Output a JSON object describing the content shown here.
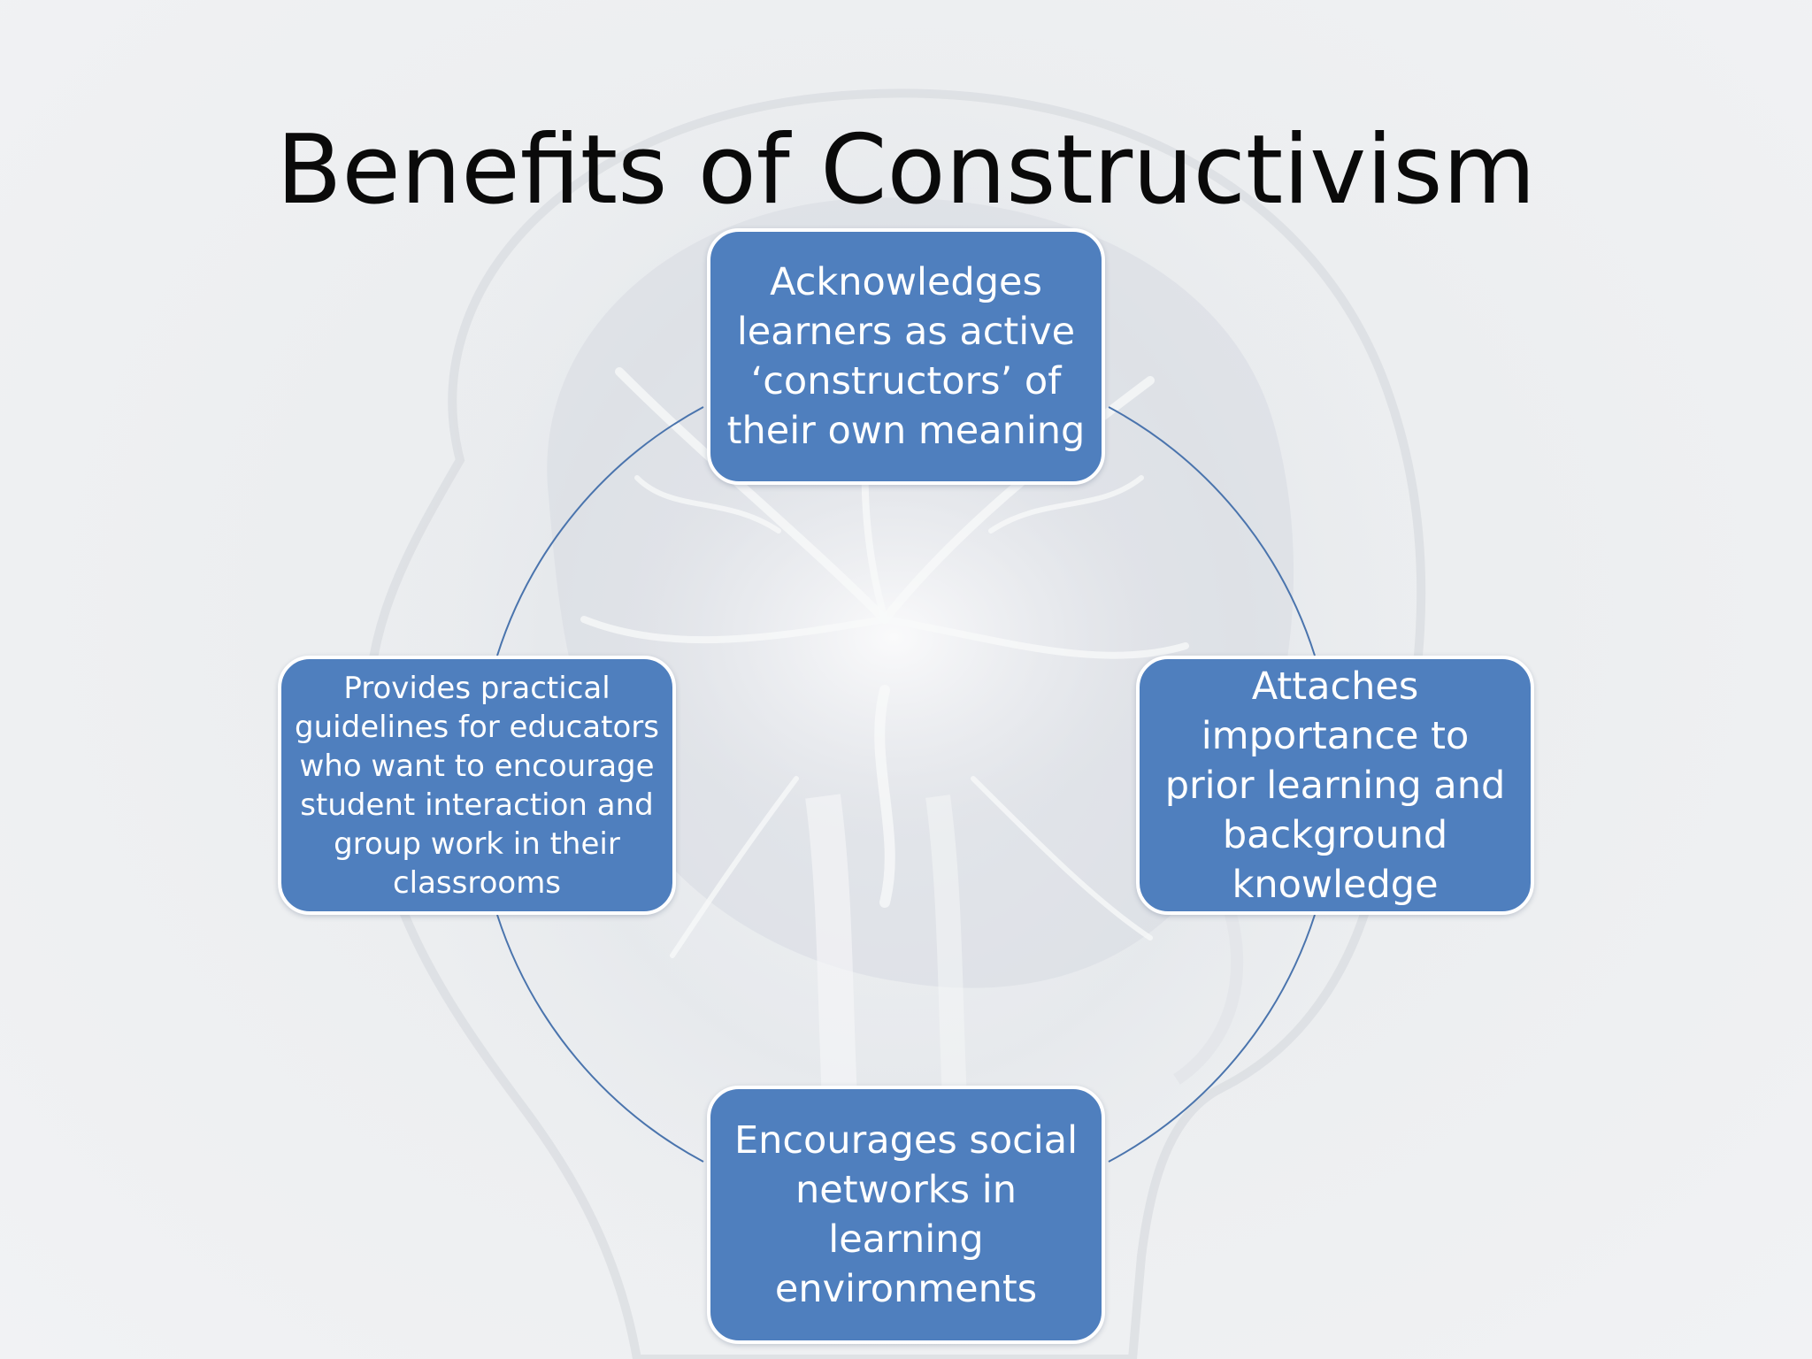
{
  "slide": {
    "title": "Benefits of Constructivism"
  },
  "diagram": {
    "type": "cycle",
    "nodes": {
      "top": "Acknowledges learners as active ‘constructors’ of their own meaning",
      "right": "Attaches importance to prior learning and background knowledge",
      "bottom": "Encourages social networks in learning environments",
      "left": "Provides practical guidelines for educators who want to encourage student interaction and group work in their classrooms"
    },
    "colors": {
      "node_fill": "#4f7fbe",
      "node_border": "#ffffff",
      "ring_line": "#4a74ad",
      "title_text": "#0a0a0a",
      "background": "#eceef0"
    }
  }
}
